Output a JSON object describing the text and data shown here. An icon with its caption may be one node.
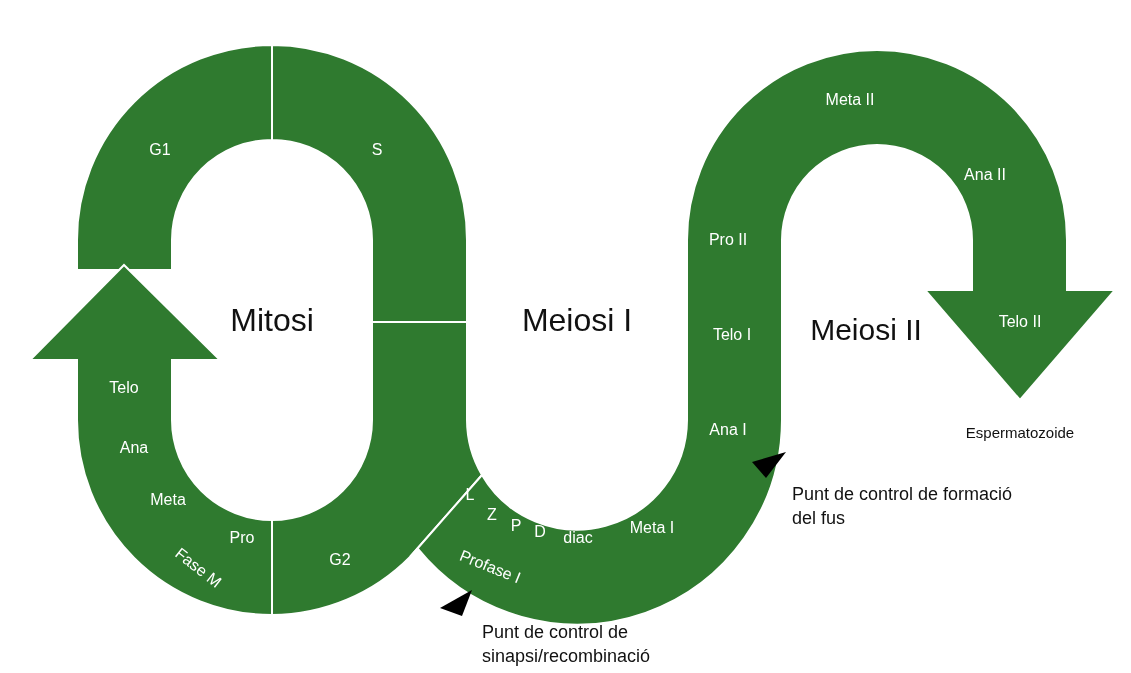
{
  "diagram": {
    "nodes": [
      {
        "text": [
          "G1"
        ]
      },
      {
        "text": [
          "S"
        ]
      },
      {
        "text": [
          "G2"
        ]
      },
      {
        "text": [
          "Telo",
          "Ana",
          "Meta",
          "Pro",
          "Fase M"
        ]
      },
      {
        "text": [
          "L",
          "Z",
          "P",
          "D",
          "diac",
          "Profase I",
          "Meta I",
          "Telo I",
          "Ana I",
          "Pro II",
          "Meta II",
          "Ana II",
          "Telo II"
        ],
        "beside": [
          "Espermatozoide"
        ]
      }
    ],
    "labels": [
      "Mitosi",
      "Meiosi I",
      "Meiosi II",
      "Punt de control de sinapsi/recombinació",
      "Punt de control de formació del fus"
    ]
  }
}
